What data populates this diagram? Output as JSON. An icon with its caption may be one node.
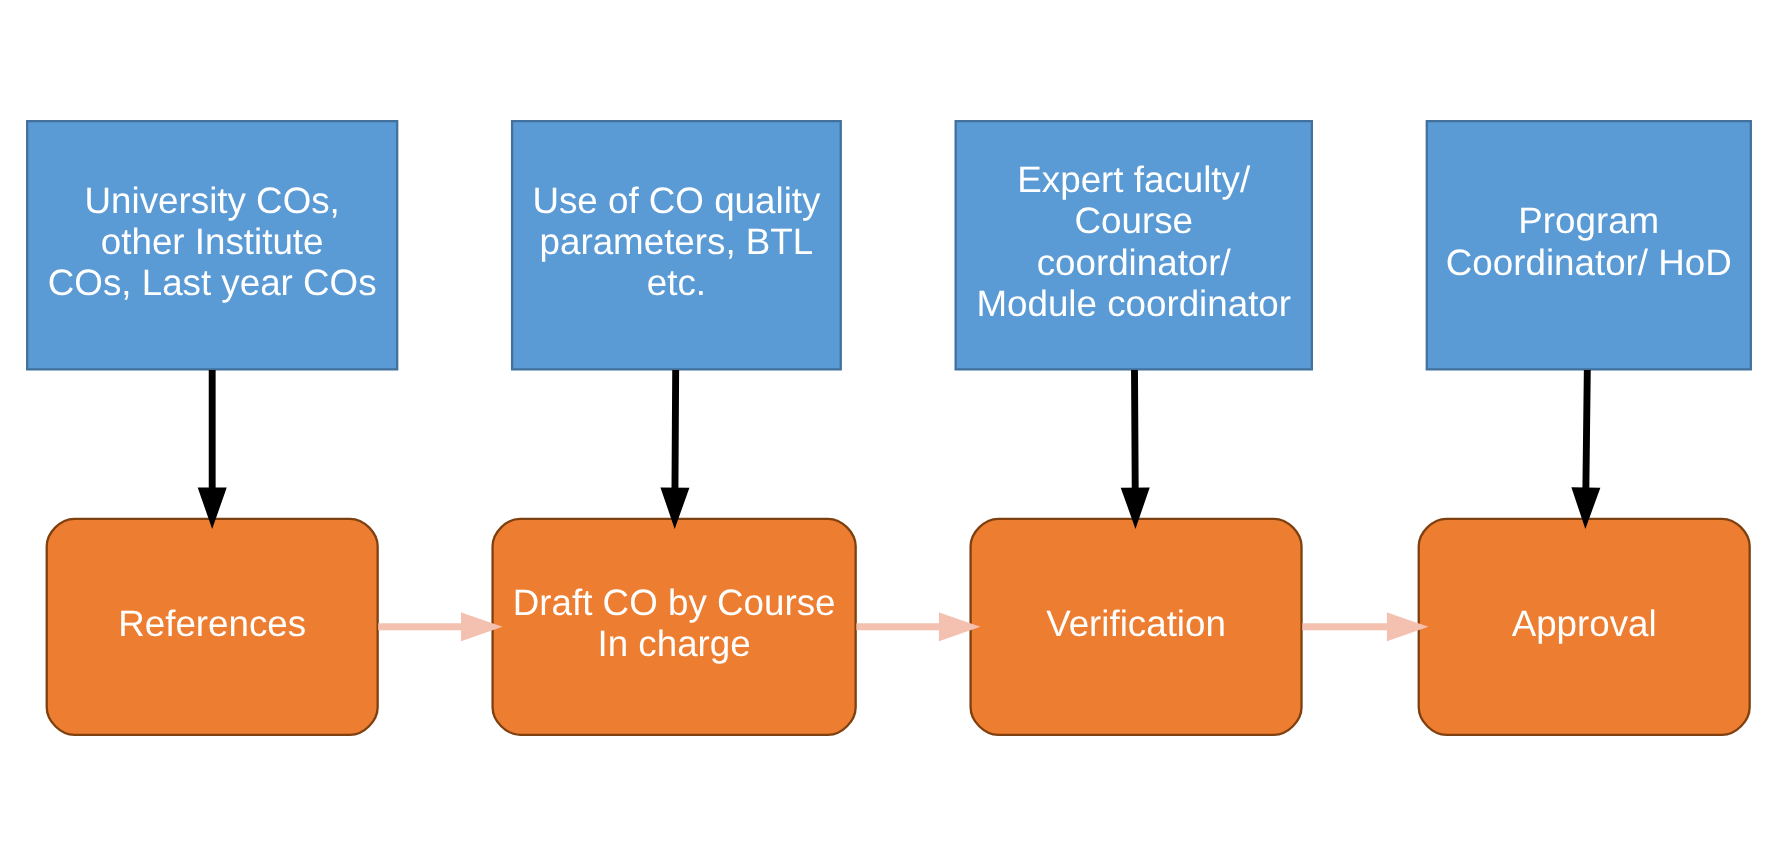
{
  "diagram": {
    "nodes": [
      {
        "text": [
          "University COs, other Institute COs, Last year COs"
        ]
      },
      {
        "text": [
          "Use of CO quality parameters, BTL etc."
        ]
      },
      {
        "text": [
          "Expert faculty/ Course coordinator/ Module coordinator"
        ]
      },
      {
        "text": [
          "Program Coordinator/ HoD"
        ]
      },
      {
        "text": [
          "References"
        ]
      },
      {
        "text": [
          "Draft CO by Course In charge"
        ]
      },
      {
        "text": [
          "Verification"
        ]
      },
      {
        "text": [
          "Approval"
        ]
      }
    ],
    "edges": [
      {
        "from": 0,
        "to": 4,
        "arrow": "to"
      },
      {
        "from": 1,
        "to": 5,
        "arrow": "to"
      },
      {
        "from": 2,
        "to": 6,
        "arrow": "to"
      },
      {
        "from": 3,
        "to": 7,
        "arrow": "to"
      },
      {
        "from": 4,
        "to": 5,
        "arrow": "to",
        "color": "#f4c0b0"
      },
      {
        "from": 5,
        "to": 6,
        "arrow": "to",
        "color": "#f4c0b0"
      },
      {
        "from": 6,
        "to": 7,
        "arrow": "to",
        "color": "#f4c0b0"
      }
    ]
  }
}
